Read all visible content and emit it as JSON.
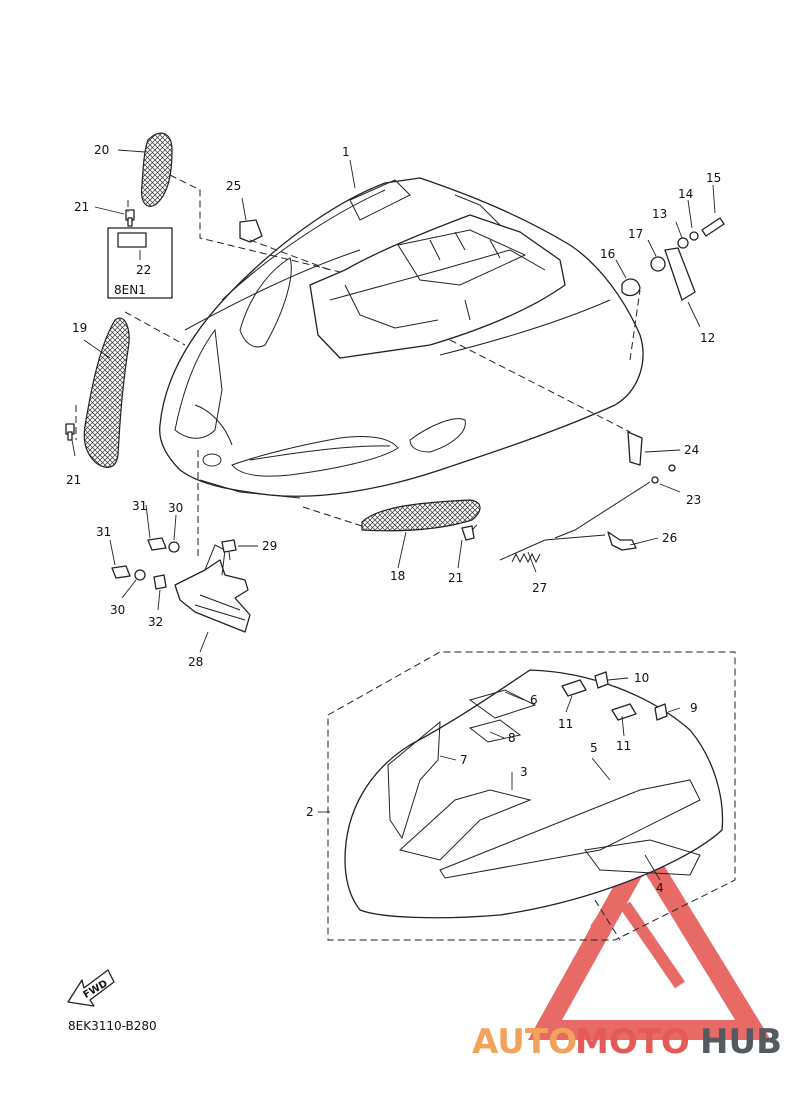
{
  "diagram": {
    "drawing_code": "8EK3110-B280",
    "model_code": "8EN1",
    "fwd_label": "FWD",
    "callouts": {
      "n1": "1",
      "n2": "2",
      "n3": "3",
      "n4": "4",
      "n5": "5",
      "n6": "6",
      "n7": "7",
      "n8": "8",
      "n9": "9",
      "n10": "10",
      "n11a": "11",
      "n11b": "11",
      "n12": "12",
      "n13": "13",
      "n14": "14",
      "n15": "15",
      "n16": "16",
      "n17": "17",
      "n18": "18",
      "n19": "19",
      "n20": "20",
      "n21a": "21",
      "n21b": "21",
      "n21c": "21",
      "n22": "22",
      "n23": "23",
      "n24": "24",
      "n25": "25",
      "n26": "26",
      "n27": "27",
      "n28": "28",
      "n29": "29",
      "n30a": "30",
      "n30b": "30",
      "n31a": "31",
      "n31b": "31",
      "n32": "32"
    }
  },
  "watermark": {
    "part1": "AUTO",
    "part2": "MOTO",
    "part3": "HUB",
    "colors": {
      "auto": "#f1a35c",
      "moto": "#e55a56",
      "hub": "#555a60",
      "logo": "#e55a56"
    }
  }
}
